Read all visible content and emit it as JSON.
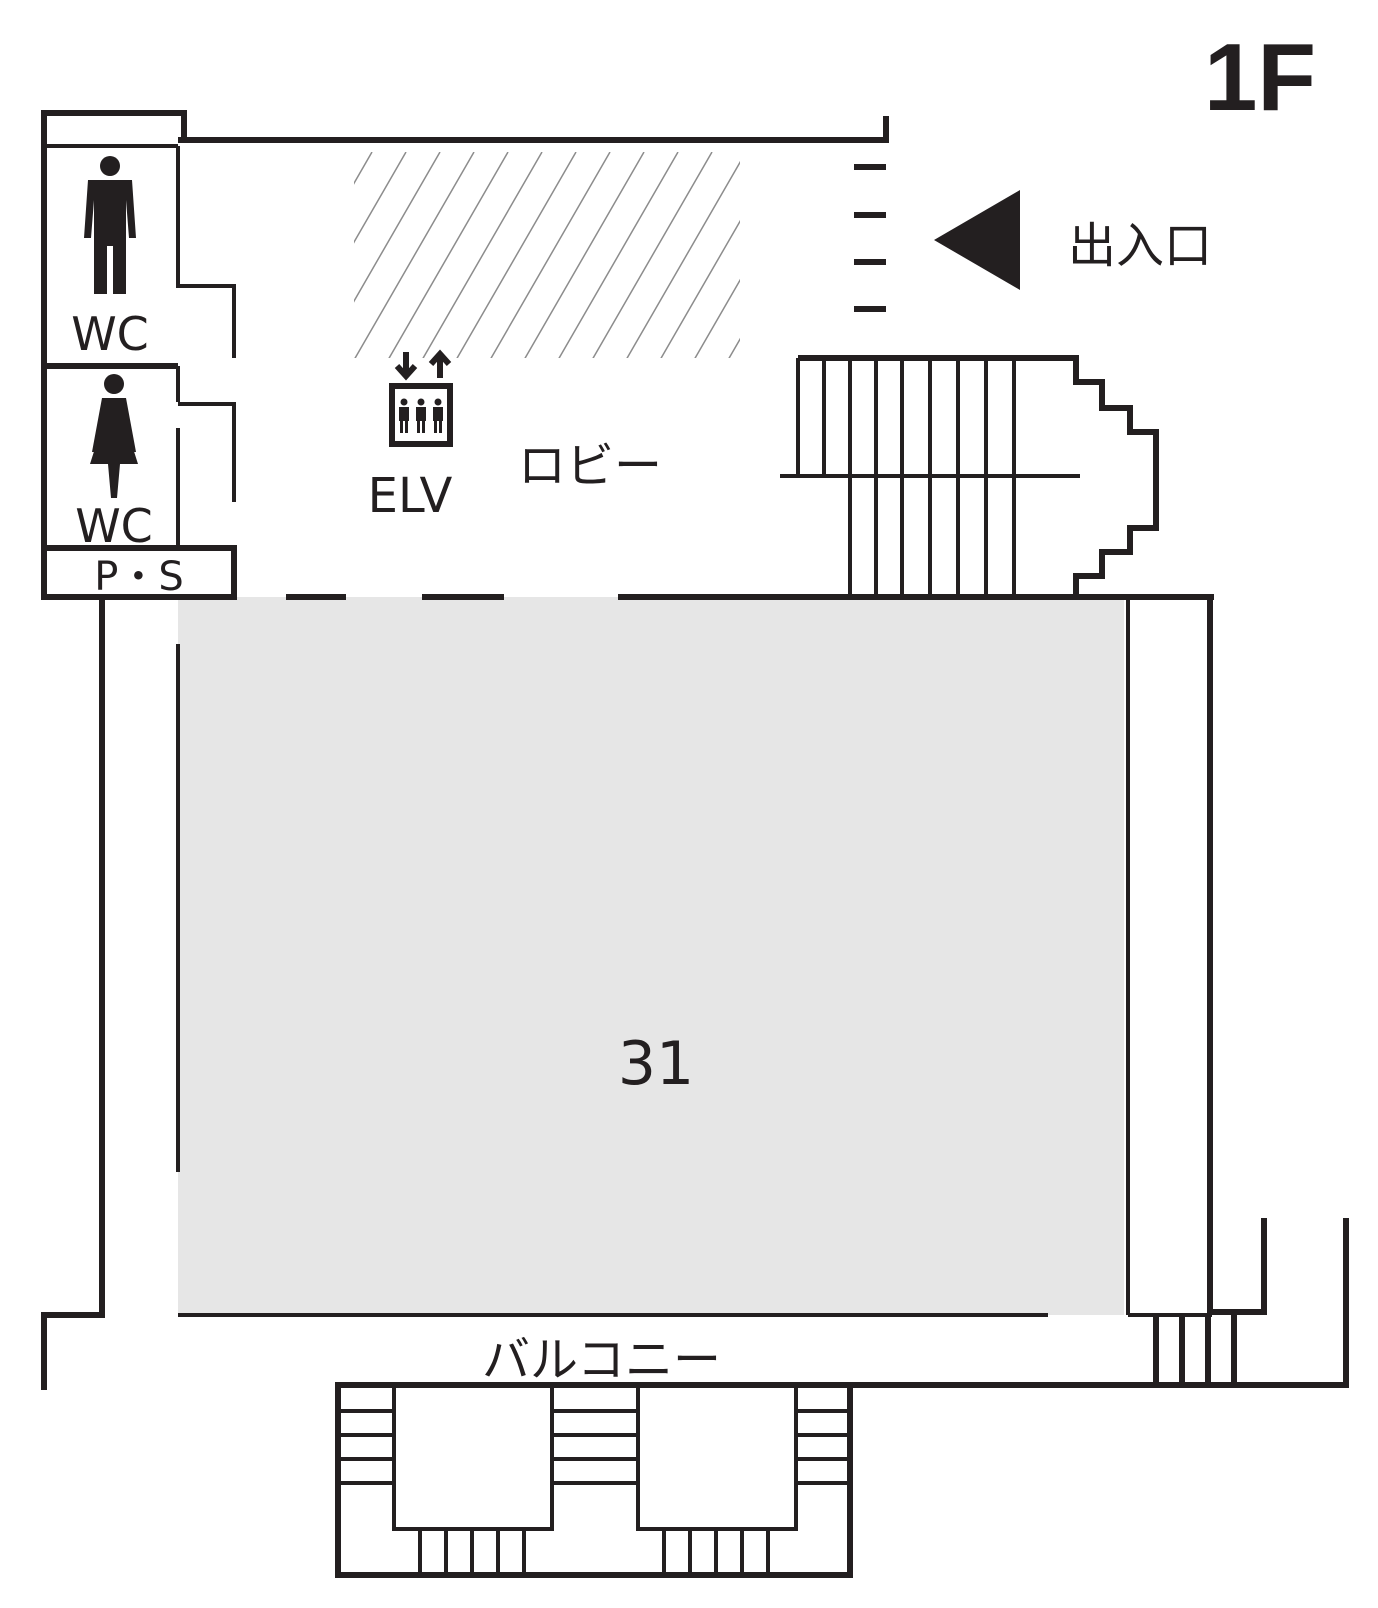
{
  "floor": "1F",
  "entrance": {
    "label": "出入口",
    "arrow_icon": "arrow-left-icon"
  },
  "restrooms": {
    "mens": {
      "label": "WC",
      "icon": "man-icon"
    },
    "womens": {
      "label": "WC",
      "icon": "woman-icon"
    }
  },
  "pipe_space": {
    "label": "P・S"
  },
  "elevator": {
    "label": "ELV",
    "icon": "elevator-icon"
  },
  "lobby": {
    "label": "ロビー"
  },
  "room": {
    "number": "31",
    "fill": "#e6e6e6"
  },
  "balcony": {
    "label": "バルコニー"
  },
  "colors": {
    "line": "#231f20",
    "hatch": "#8c8c8c",
    "room_fill": "#e6e6e6"
  }
}
